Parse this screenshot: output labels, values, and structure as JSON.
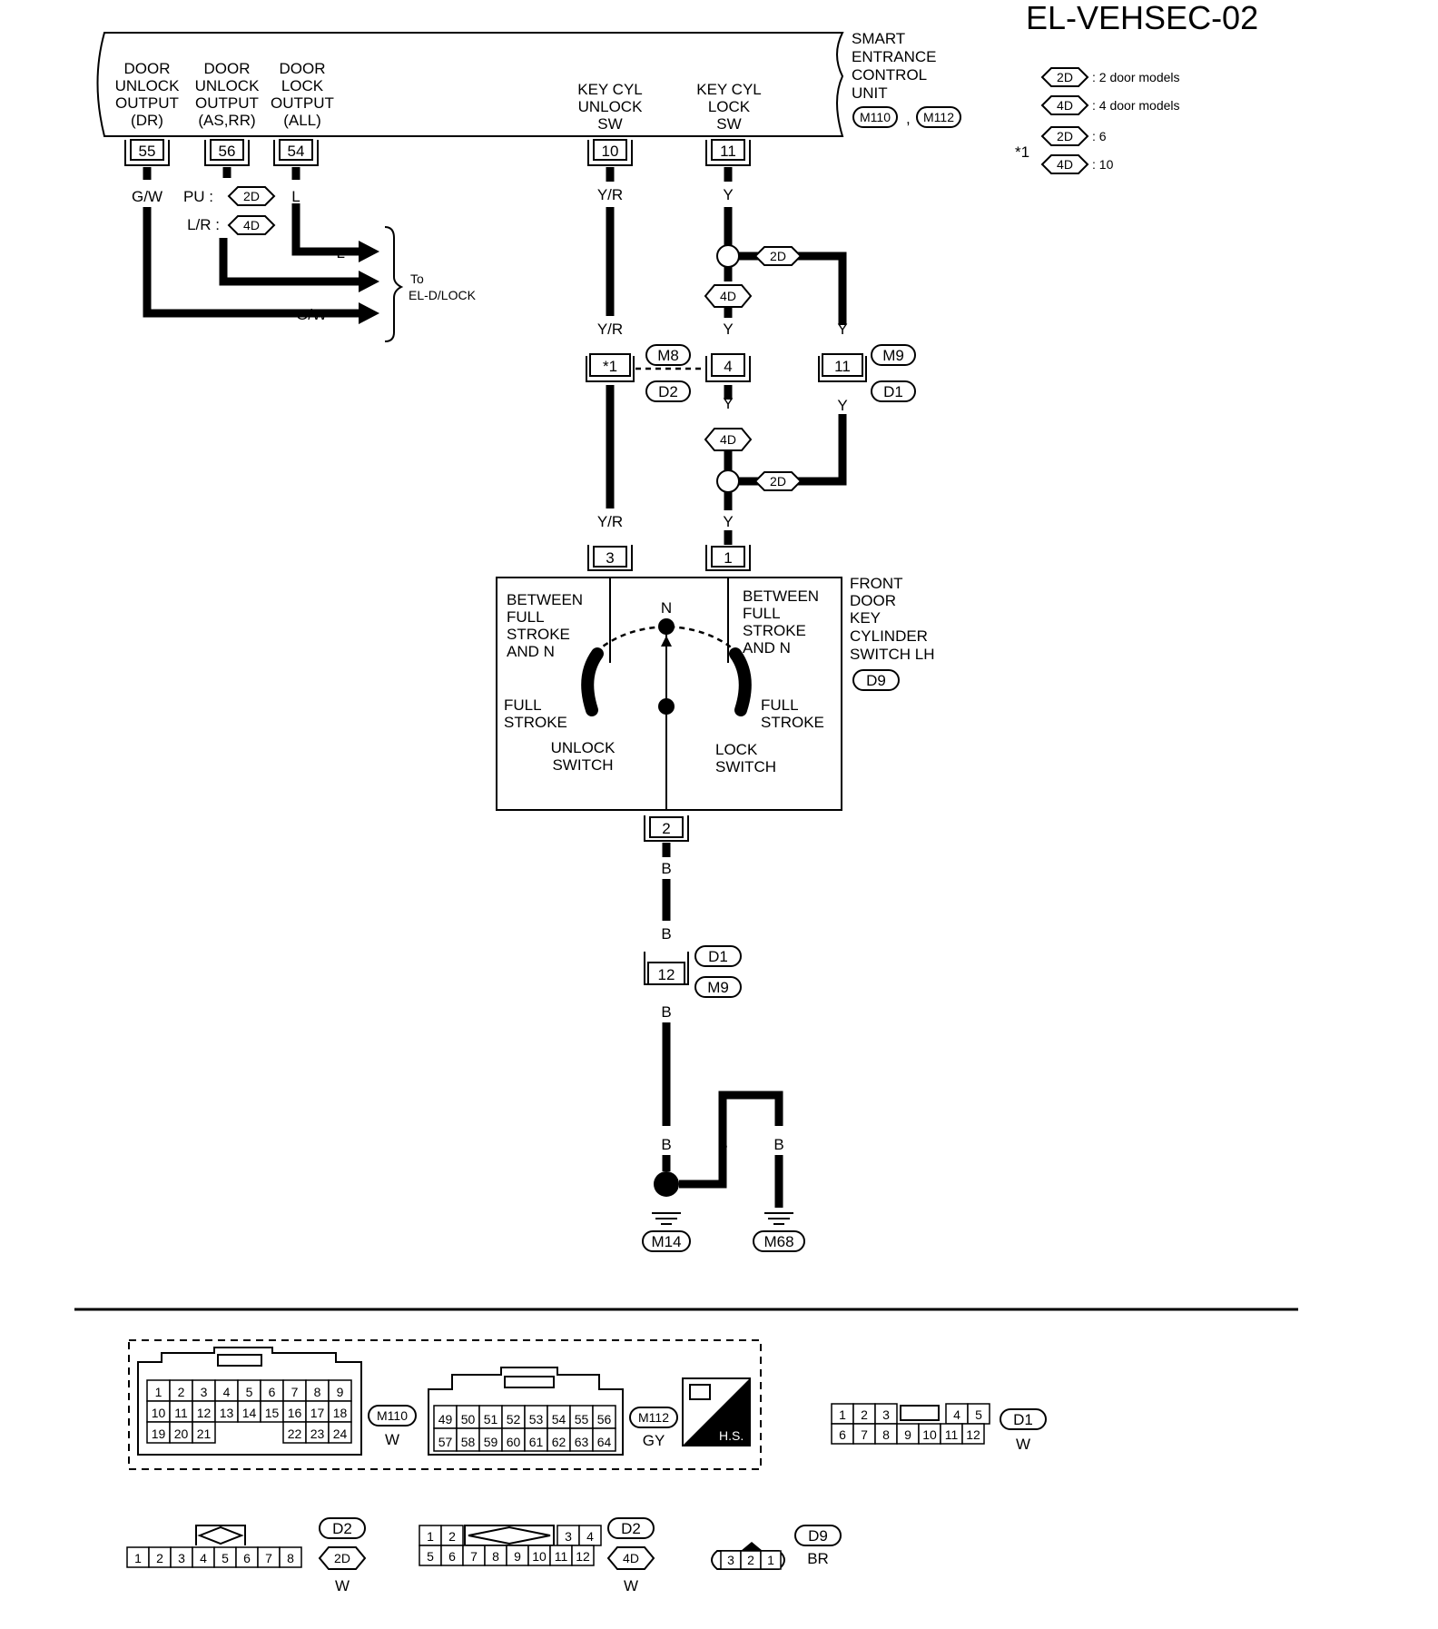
{
  "title": "EL-VEHSEC-02",
  "legend": {
    "tag_2d": "2D",
    "tag_4d": "4D",
    "text_2d": ": 2 door models",
    "text_4d": ": 4 door models",
    "star": "*1",
    "star_2d": ": 6",
    "star_4d": ": 10"
  },
  "control_unit": {
    "name_lines": [
      "SMART",
      "ENTRANCE",
      "CONTROL",
      "UNIT"
    ],
    "conn_a": "M110",
    "comma": ",",
    "conn_b": "M112",
    "outputs": [
      {
        "lines": [
          "DOOR",
          "UNLOCK",
          "OUTPUT",
          "(DR)"
        ],
        "pin": "55"
      },
      {
        "lines": [
          "DOOR",
          "UNLOCK",
          "OUTPUT",
          "(AS,RR)"
        ],
        "pin": "56"
      },
      {
        "lines": [
          "DOOR",
          "LOCK",
          "OUTPUT",
          "(ALL)"
        ],
        "pin": "54"
      },
      {
        "lines": [
          "KEY CYL",
          "UNLOCK",
          "SW"
        ],
        "pin": "10"
      },
      {
        "lines": [
          "KEY CYL",
          "LOCK",
          "SW"
        ],
        "pin": "11"
      }
    ]
  },
  "wire_labels": {
    "gw": "G/W",
    "pu": "PU :",
    "lr": "L/R :",
    "l": "L",
    "yr": "Y/R",
    "y": "Y",
    "b": "B"
  },
  "to_label": [
    "To",
    "EL-D/LOCK"
  ],
  "connectors": {
    "m8": "M8",
    "d2": "D2",
    "m9": "M9",
    "d1": "D1",
    "pin_star": "*1",
    "pin_4": "4",
    "pin_11": "11",
    "pin_3": "3",
    "pin_1": "1",
    "pin_2": "2",
    "pin_12": "12"
  },
  "switch": {
    "name_lines": [
      "FRONT",
      "DOOR",
      "KEY",
      "CYLINDER",
      "SWITCH LH"
    ],
    "conn": "D9",
    "left_between": [
      "BETWEEN",
      "FULL",
      "STROKE",
      "AND N"
    ],
    "right_between": [
      "BETWEEN",
      "FULL",
      "STROKE",
      "AND N"
    ],
    "n": "N",
    "full_left": [
      "FULL",
      "STROKE"
    ],
    "full_right": [
      "FULL",
      "STROKE"
    ],
    "unlock": [
      "UNLOCK",
      "SWITCH"
    ],
    "lock": [
      "LOCK",
      "SWITCH"
    ]
  },
  "grounds": {
    "g1": "M14",
    "g2": "M68"
  },
  "connector_views": {
    "m110": {
      "id": "M110",
      "color": "W",
      "row1": [
        "1",
        "2",
        "3",
        "4",
        "5",
        "6",
        "7",
        "8",
        "9"
      ],
      "row2": [
        "10",
        "11",
        "12",
        "13",
        "14",
        "15",
        "16",
        "17",
        "18"
      ],
      "row3a": [
        "19",
        "20",
        "21"
      ],
      "row3b": [
        "22",
        "23",
        "24"
      ]
    },
    "m112": {
      "id": "M112",
      "color": "GY",
      "row1": [
        "49",
        "50",
        "51",
        "52",
        "53",
        "54",
        "55",
        "56"
      ],
      "row2": [
        "57",
        "58",
        "59",
        "60",
        "61",
        "62",
        "63",
        "64"
      ]
    },
    "hs": "H.S.",
    "d1": {
      "id": "D1",
      "color": "W",
      "row1a": [
        "1",
        "2",
        "3"
      ],
      "row1b": [
        "4",
        "5"
      ],
      "row2": [
        "6",
        "7",
        "8",
        "9",
        "10",
        "11",
        "12"
      ]
    },
    "d2a": {
      "id": "D2",
      "tag": "2D",
      "color": "W",
      "row": [
        "1",
        "2",
        "3",
        "4",
        "5",
        "6",
        "7",
        "8"
      ]
    },
    "d2b": {
      "id": "D2",
      "tag": "4D",
      "color": "W",
      "row1a": [
        "1",
        "2"
      ],
      "row1b": [
        "3",
        "4"
      ],
      "row2": [
        "5",
        "6",
        "7",
        "8",
        "9",
        "10",
        "11",
        "12"
      ]
    },
    "d9": {
      "id": "D9",
      "color": "BR",
      "row": [
        "3",
        "2",
        "1"
      ]
    }
  }
}
